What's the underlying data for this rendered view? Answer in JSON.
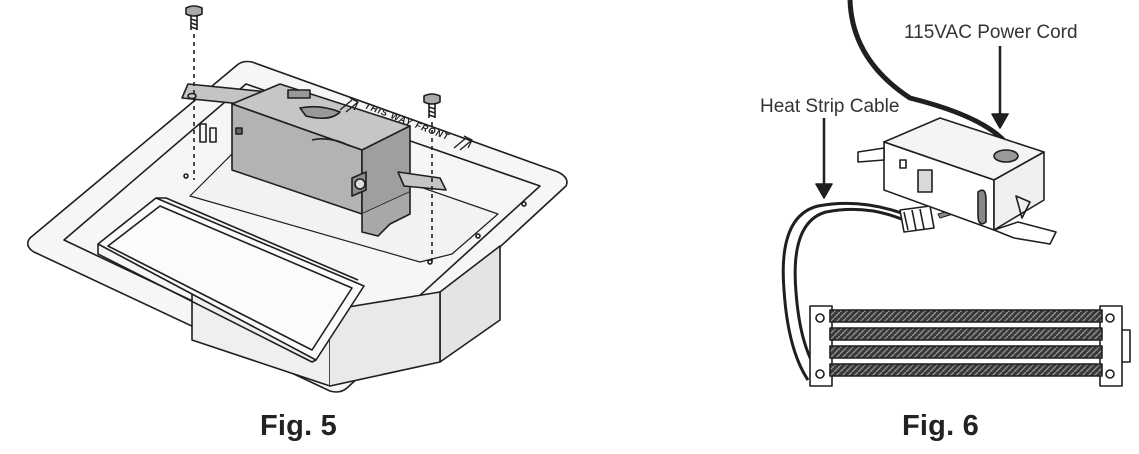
{
  "figures": [
    {
      "caption": "Fig. 5",
      "embossed_text": "THIS WAY FRONT"
    },
    {
      "caption": "Fig. 6",
      "labels": {
        "power_cord": "115VAC Power Cord",
        "heat_strip": "Heat Strip Cable"
      }
    }
  ],
  "colors": {
    "line": "#1f1f1f",
    "box_fill": "#b9b9b9",
    "box_side": "#a3a3a3",
    "tray_fill": "#f6f6f6"
  }
}
